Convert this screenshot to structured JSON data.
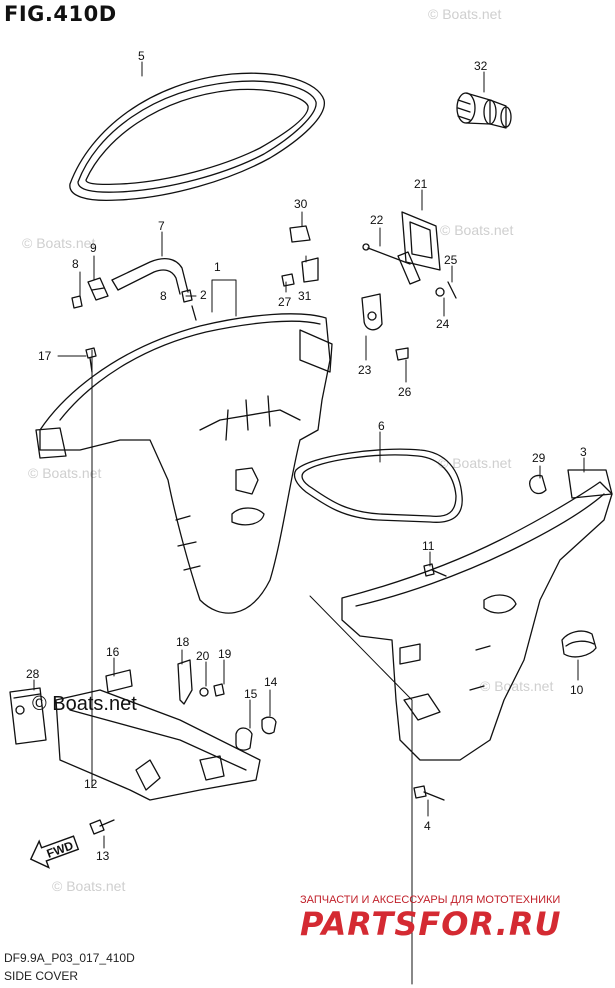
{
  "title": "FIG.410D",
  "footer": {
    "code": "DF9.9A_P03_017_410D",
    "name": "SIDE COVER"
  },
  "watermark": {
    "text": "© Boats.net"
  },
  "ad": {
    "line": "ЗАПЧАСТИ И АКСЕССУАРЫ ДЛЯ МОТОТЕХНИКИ",
    "brand": "PARTSFOR.RU"
  },
  "fwd_label": "FWD",
  "callouts": [
    "1",
    "2",
    "3",
    "4",
    "5",
    "6",
    "7",
    "8",
    "8",
    "9",
    "10",
    "11",
    "12",
    "13",
    "14",
    "15",
    "16",
    "17",
    "18",
    "19",
    "20",
    "21",
    "22",
    "23",
    "24",
    "25",
    "26",
    "27",
    "28",
    "29",
    "30",
    "31",
    "32"
  ],
  "colors": {
    "line": "#111111",
    "ad": "#d42a32",
    "watermark": "#cfcfcf"
  }
}
